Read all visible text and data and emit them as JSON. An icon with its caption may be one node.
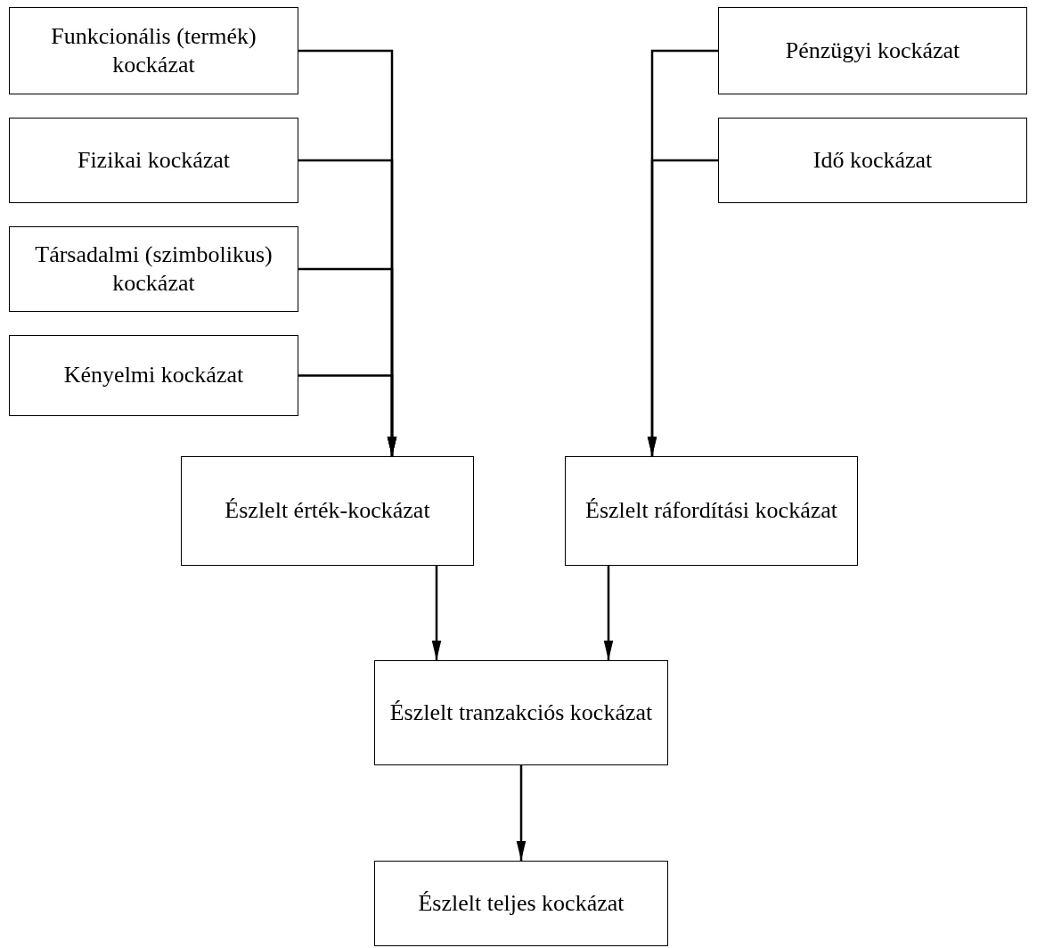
{
  "diagram": {
    "nodes": [
      {
        "text": [
          "Funkcionális (termék) kockázat"
        ]
      },
      {
        "text": [
          "Fizikai kockázat"
        ]
      },
      {
        "text": [
          "Társadalmi (szimbolikus) kockázat"
        ]
      },
      {
        "text": [
          "Kényelmi kockázat"
        ]
      },
      {
        "text": [
          "Pénzügyi kockázat"
        ]
      },
      {
        "text": [
          "Idő kockázat"
        ]
      },
      {
        "text": [
          "Észlelt érték-kockázat"
        ]
      },
      {
        "text": [
          "Észlelt ráfordítási kockázat"
        ]
      },
      {
        "text": [
          "Észlelt tranzakciós kockázat"
        ]
      },
      {
        "text": [
          "Észlelt teljes kockázat"
        ]
      }
    ],
    "edges": [
      {
        "from": 0,
        "to": 6,
        "arrow": "to"
      },
      {
        "from": 1,
        "to": 6,
        "arrow": "to"
      },
      {
        "from": 2,
        "to": 6,
        "arrow": "to"
      },
      {
        "from": 3,
        "to": 6,
        "arrow": "to"
      },
      {
        "from": 4,
        "to": 7,
        "arrow": "to"
      },
      {
        "from": 5,
        "to": 7,
        "arrow": "to"
      },
      {
        "from": 6,
        "to": 8,
        "arrow": "to"
      },
      {
        "from": 7,
        "to": 8,
        "arrow": "to"
      },
      {
        "from": 8,
        "to": 9,
        "arrow": "to"
      }
    ]
  }
}
